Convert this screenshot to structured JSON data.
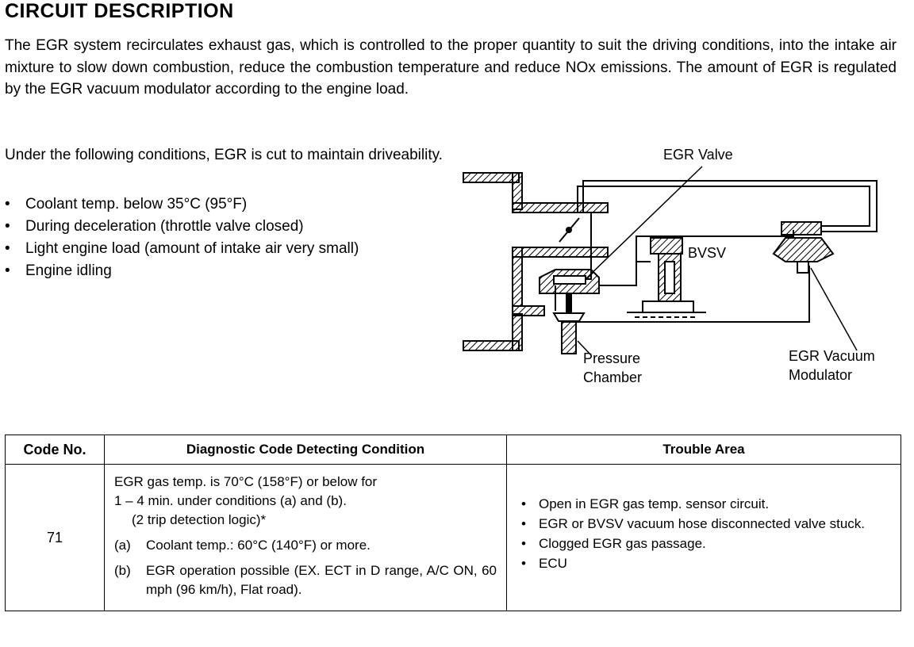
{
  "title": "CIRCUIT DESCRIPTION",
  "intro": "The EGR system recirculates exhaust gas, which is controlled to the proper quantity to suit the driving conditions, into the intake air mixture to slow down combustion, reduce the combustion temperature and reduce NOx emissions. The amount of EGR is regulated by the EGR vacuum modulator according to the engine load.",
  "conditions": {
    "lead": "Under the following conditions, EGR is cut to maintain driveability.",
    "items": [
      "Coolant temp. below 35°C (95°F)",
      "During deceleration (throttle valve closed)",
      "Light engine load (amount of intake air very small)",
      "Engine idling"
    ]
  },
  "diagram": {
    "egr_valve": "EGR Valve",
    "bvsv": "BVSV",
    "pressure_chamber_1": "Pressure",
    "pressure_chamber_2": "Chamber",
    "modulator_1": "EGR Vacuum",
    "modulator_2": "Modulator"
  },
  "table": {
    "headers": [
      "Code No.",
      "Diagnostic Code Detecting Condition",
      "Trouble Area"
    ],
    "code": "71",
    "condition": {
      "line1": "EGR gas temp. is 70°C (158°F) or below for",
      "line2": "1 – 4 min. under conditions (a) and (b).",
      "line3": "(2 trip detection logic)*",
      "a_tag": "(a)",
      "a_text": "Coolant temp.: 60°C (140°F) or more.",
      "b_tag": "(b)",
      "b_text": "EGR operation possible (EX. ECT in D range, A/C ON, 60 mph (96 km/h), Flat road)."
    },
    "trouble": [
      "Open in EGR gas temp. sensor circuit.",
      "EGR or BVSV vacuum hose disconnected valve stuck.",
      "Clogged EGR gas passage.",
      "ECU"
    ]
  }
}
